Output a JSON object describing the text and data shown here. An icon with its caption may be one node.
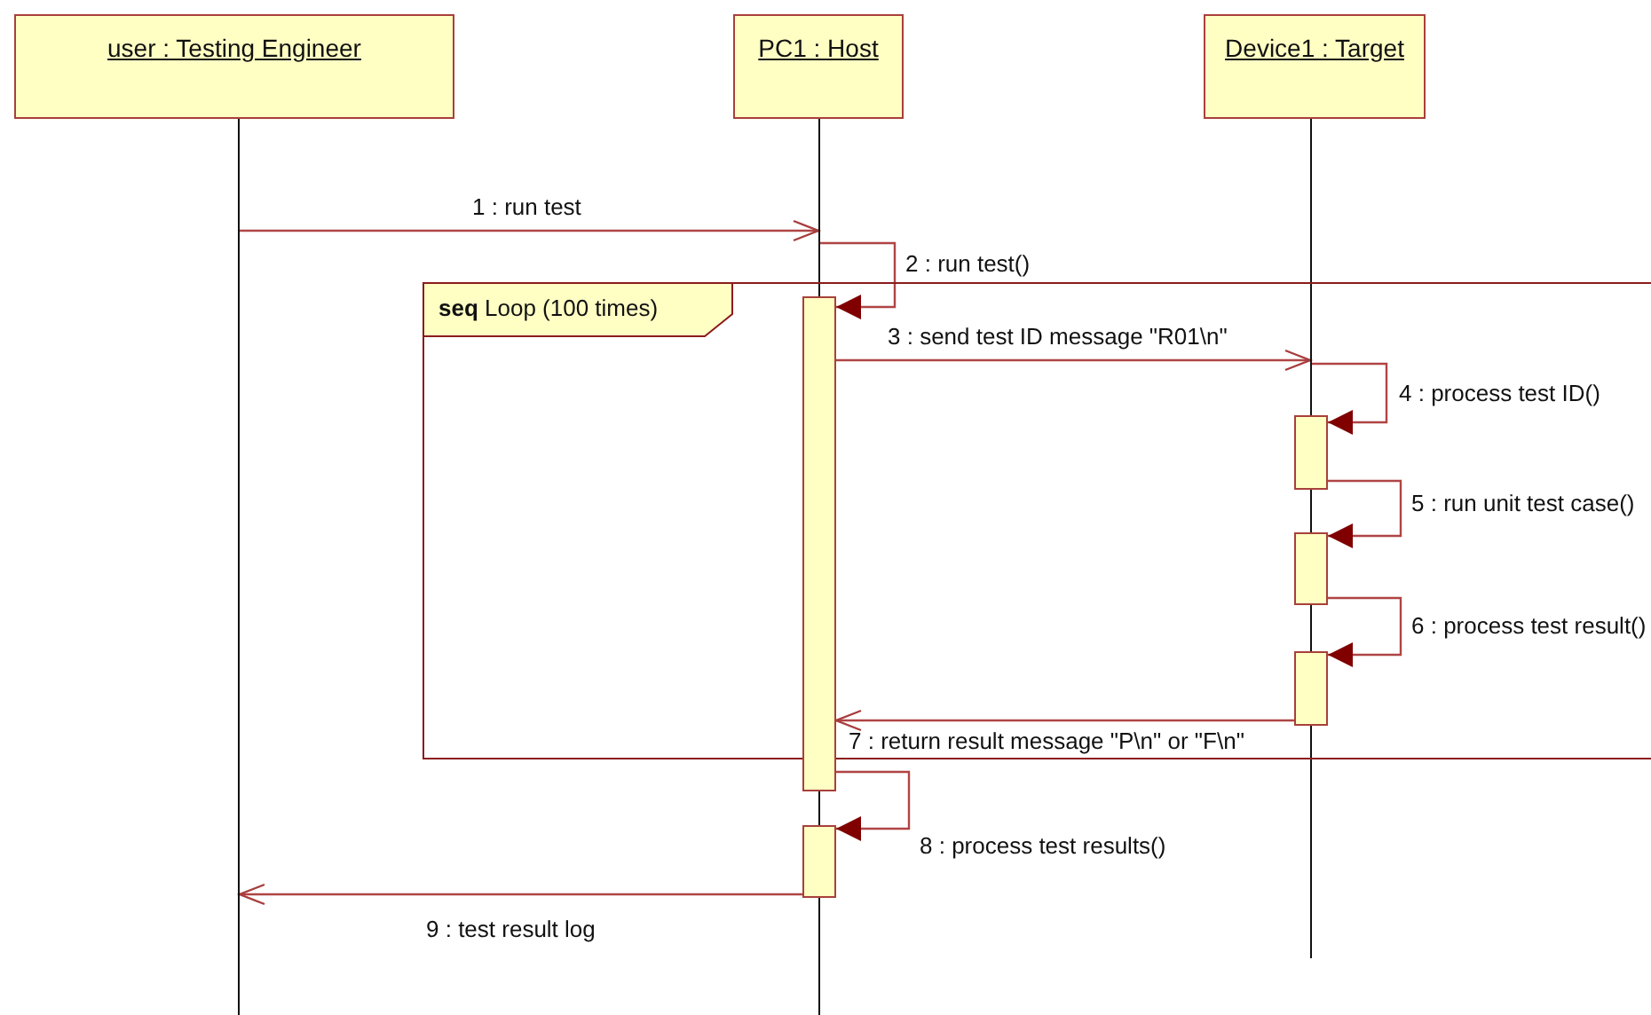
{
  "diagram": {
    "nodes": [
      {
        "text": [
          "user : Testing Engineer"
        ]
      },
      {
        "text": [
          "PC1 : Host"
        ]
      },
      {
        "text": [
          "Device1 : Target"
        ]
      },
      {
        "text": [],
        "shape": "line"
      },
      {
        "text": [],
        "shape": "line"
      },
      {
        "text": [],
        "shape": "line"
      },
      {
        "text": [
          "**seq** Loop (100 times)"
        ]
      },
      {
        "text": [],
        "shape": "bar"
      },
      {
        "text": [],
        "shape": "bar"
      },
      {
        "text": [],
        "shape": "bar",
        "in": 6
      },
      {
        "text": [],
        "shape": "bar",
        "in": 6
      },
      {
        "text": [],
        "shape": "bar",
        "in": 6
      }
    ],
    "edges": [
      {
        "from": 3,
        "to": 4,
        "arrow": "to",
        "label": "1 : run test"
      },
      {
        "from": 4,
        "to": 7,
        "arrow": "to",
        "label": "2 : run test()"
      },
      {
        "from": 7,
        "to": 5,
        "arrow": "to",
        "label": "3 : send test ID message \"R01\\n\""
      },
      {
        "from": 5,
        "to": 9,
        "arrow": "to",
        "label": "4 : process test ID()"
      },
      {
        "from": 9,
        "to": 10,
        "arrow": "to",
        "label": "5 : run unit test case()"
      },
      {
        "from": 10,
        "to": 11,
        "arrow": "to",
        "label": "6 : process test result()"
      },
      {
        "from": 11,
        "to": 7,
        "arrow": "to",
        "label": "7 : return result message \"P\\n\" or \"F\\n\""
      },
      {
        "from": 7,
        "to": 8,
        "arrow": "to",
        "label": "8 : process test results()"
      },
      {
        "from": 8,
        "to": 3,
        "arrow": "to",
        "label": "9 : test result log"
      }
    ]
  }
}
